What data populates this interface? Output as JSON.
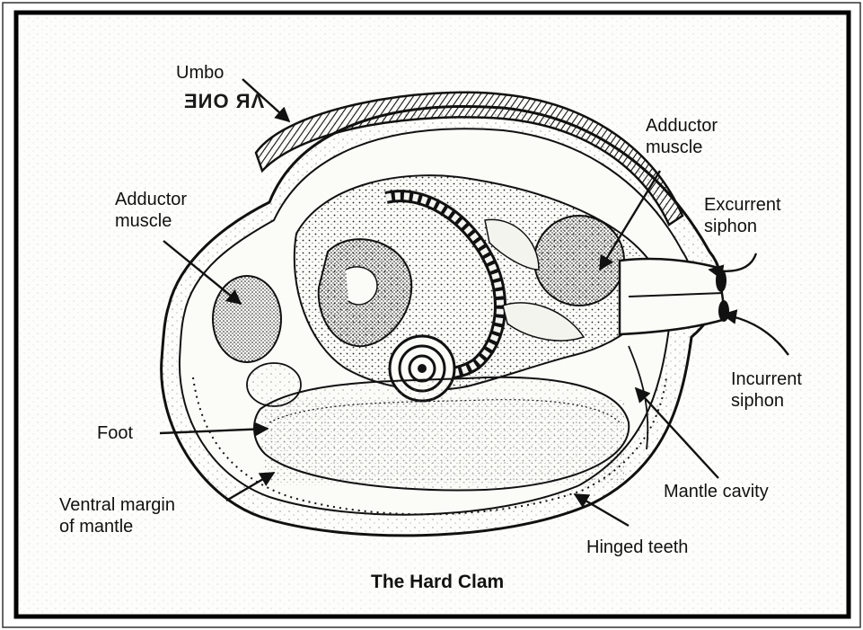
{
  "diagram": {
    "title": "The Hard Clam",
    "stamp_text": "ƎИO ЯΛ",
    "labels": {
      "umbo": "Umbo",
      "adductor_right": "Adductor\nmuscle",
      "adductor_left": "Adductor\nmuscle",
      "excurrent": "Excurrent\nsiphon",
      "incurrent": "Incurrent\nsiphon",
      "foot": "Foot",
      "mantle_cavity": "Mantle cavity",
      "ventral_margin": "Ventral margin\nof mantle",
      "hinged_teeth": "Hinged teeth"
    }
  }
}
